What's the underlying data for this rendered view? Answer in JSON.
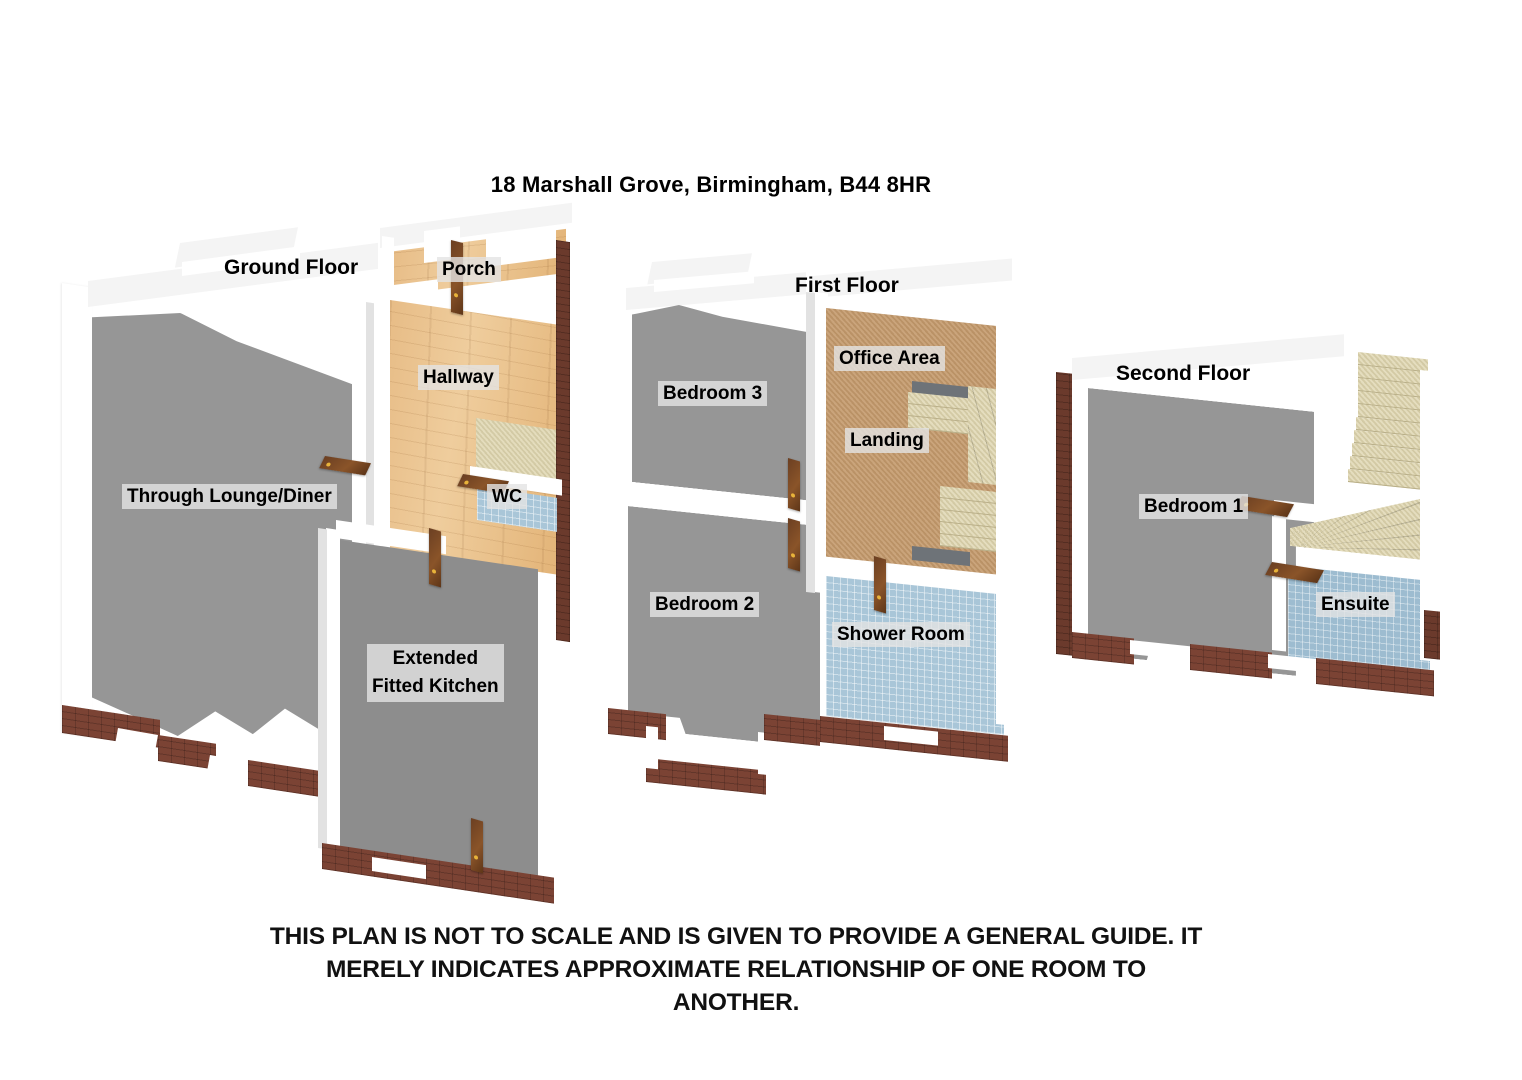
{
  "title": "18 Marshall Grove, Birmingham, B44 8HR",
  "disclaimer": "THIS PLAN IS NOT TO SCALE AND IS GIVEN TO PROVIDE A GENERAL GUIDE. IT MERELY INDICATES APPROXIMATE RELATIONSHIP OF ONE ROOM TO ANOTHER.",
  "floors": [
    {
      "heading": "Ground Floor",
      "rooms": [
        {
          "label": "Through Lounge/Diner",
          "floor_type": "grey-carpet"
        },
        {
          "label": "Porch",
          "floor_type": "wood"
        },
        {
          "label": "Hallway",
          "floor_type": "wood"
        },
        {
          "label": "WC",
          "floor_type": "blue-tile"
        },
        {
          "label": "Extended Fitted Kitchen",
          "label_line1": "Extended",
          "label_line2": "Fitted Kitchen",
          "floor_type": "grey-carpet"
        }
      ]
    },
    {
      "heading": "First Floor",
      "rooms": [
        {
          "label": "Bedroom 3",
          "floor_type": "grey-carpet"
        },
        {
          "label": "Office Area",
          "floor_type": "tan-carpet"
        },
        {
          "label": "Landing",
          "floor_type": "tan-carpet"
        },
        {
          "label": "Bedroom 2",
          "floor_type": "grey-carpet"
        },
        {
          "label": "Shower Room",
          "floor_type": "blue-tile"
        }
      ]
    },
    {
      "heading": "Second Floor",
      "rooms": [
        {
          "label": "Bedroom 1",
          "floor_type": "grey-carpet"
        },
        {
          "label": "Ensuite",
          "floor_type": "blue-tile"
        }
      ]
    }
  ],
  "colors": {
    "floor_grey": "#969696",
    "wall_white": "#ffffff",
    "brick_red": "#7b4334",
    "wood_floor": "#e7bc86",
    "carpet_tan": "#c49a6c",
    "carpet_beige": "#ded5ae",
    "tile_blue": "#a9c6d8",
    "door_brown": "#6b3f22",
    "text_black": "#000000"
  }
}
